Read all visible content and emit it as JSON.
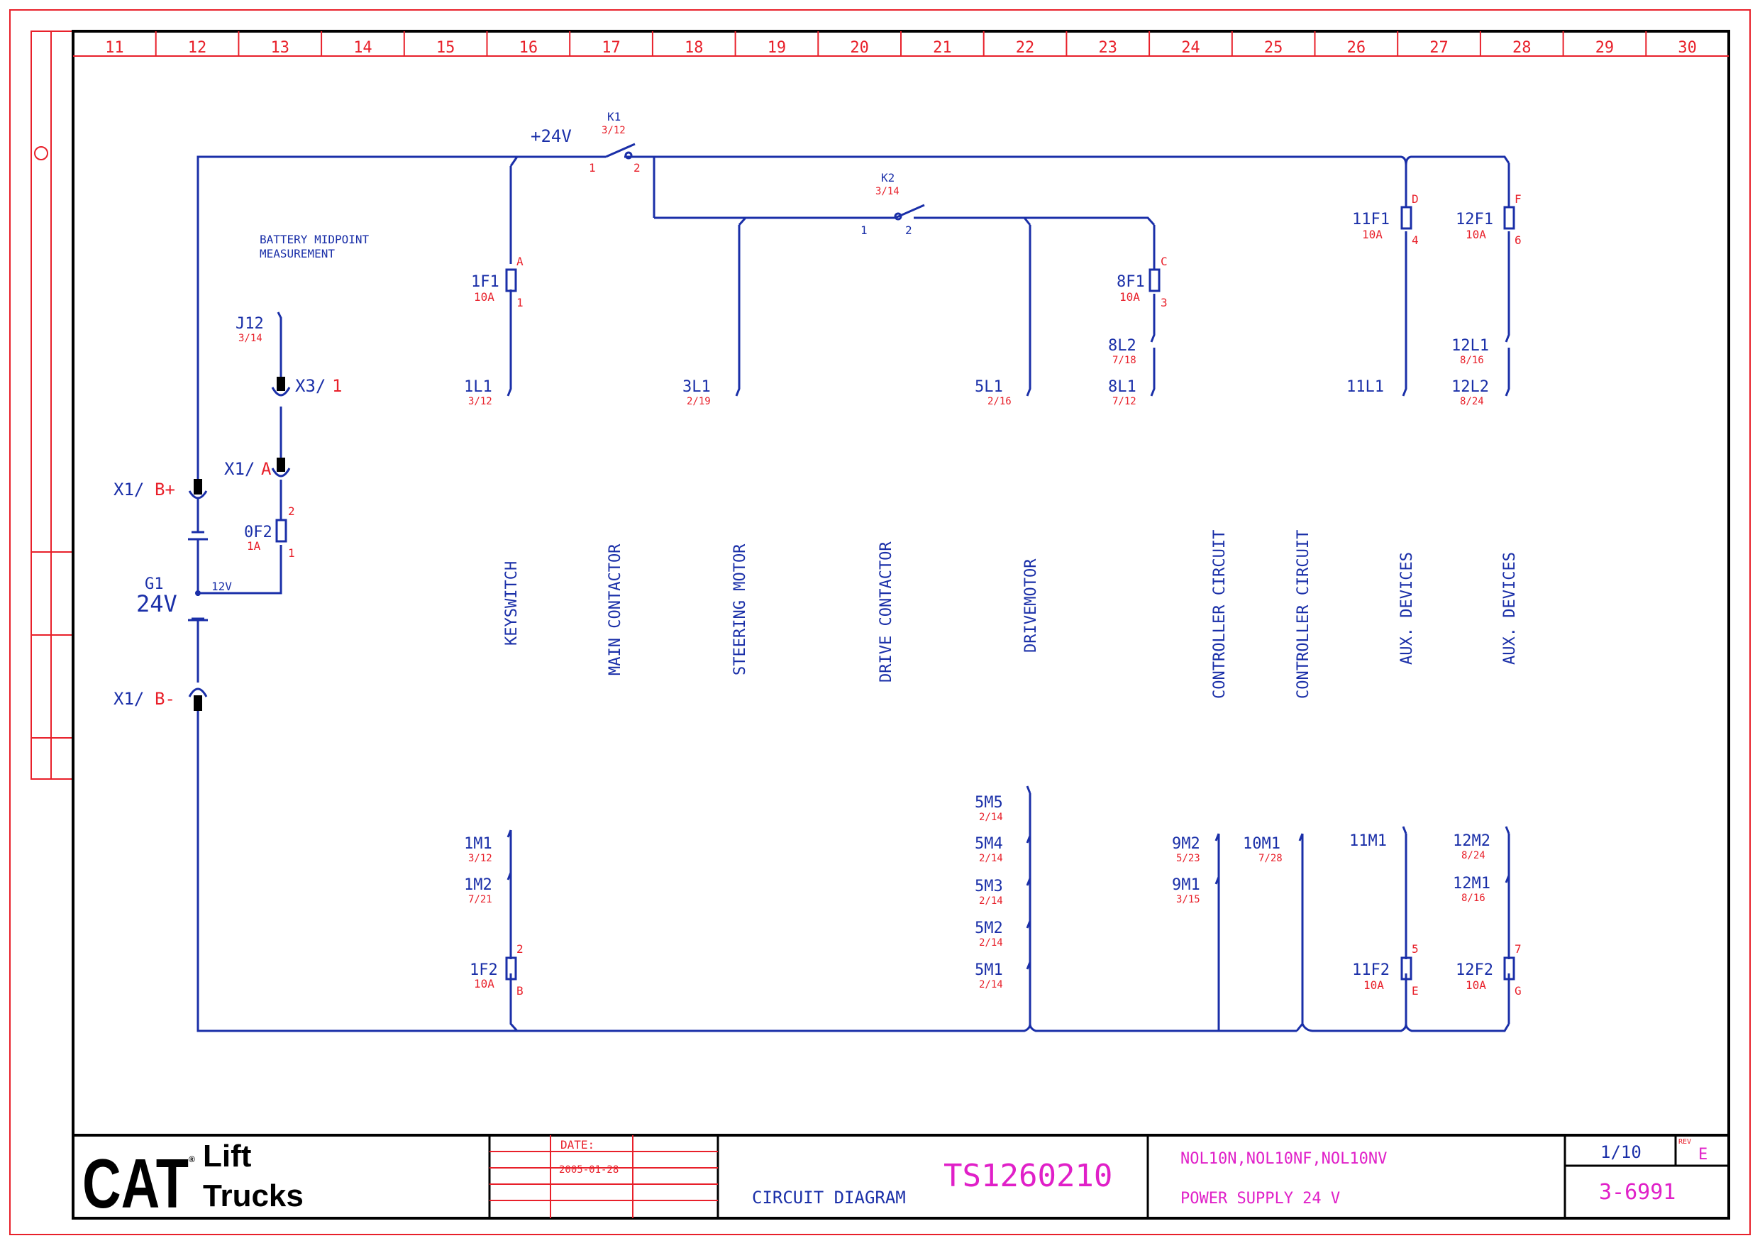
{
  "grid_columns": [
    "11",
    "12",
    "13",
    "14",
    "15",
    "16",
    "17",
    "18",
    "19",
    "20",
    "21",
    "22",
    "23",
    "24",
    "25",
    "26",
    "27",
    "28",
    "29",
    "30"
  ],
  "supply": {
    "label": "+24V",
    "battery_note_line1": "BATTERY MIDPOINT",
    "battery_note_line2": "MEASUREMENT",
    "battery_name": "G1",
    "battery_voltage": "24V",
    "midpoint_voltage": "12V"
  },
  "relays": {
    "k1": {
      "name": "K1",
      "ref": "3/12",
      "pin_a": "1",
      "pin_b": "2"
    },
    "k2": {
      "name": "K2",
      "ref": "3/14",
      "pin_a": "1",
      "pin_b": "2"
    }
  },
  "connectors": {
    "x1_bplus_a": "X1/",
    "x1_bplus_b": "B+",
    "x1_bminus_a": "X1/",
    "x1_bminus_b": "B-",
    "x1a_a": "X1/",
    "x1a_b": "A",
    "x3_a": "X3/",
    "x3_b": "1",
    "j12": "J12",
    "j12_ref": "3/14"
  },
  "fuses": {
    "f0f2": {
      "name": "0F2",
      "rating": "1A",
      "pin_top": "2",
      "pin_bottom": "1"
    },
    "f1f1": {
      "name": "1F1",
      "rating": "10A",
      "letter": "A",
      "pin": "1"
    },
    "f1f2": {
      "name": "1F2",
      "rating": "10A",
      "letter": "B",
      "pin": "2"
    },
    "f8f1": {
      "name": "8F1",
      "rating": "10A",
      "letter": "C",
      "pin": "3"
    },
    "f11f1": {
      "name": "11F1",
      "rating": "10A",
      "letter": "D",
      "pin": "4"
    },
    "f11f2": {
      "name": "11F2",
      "rating": "10A",
      "letter": "E",
      "pin": "5"
    },
    "f12f1": {
      "name": "12F1",
      "rating": "10A",
      "letter": "F",
      "pin": "6"
    },
    "f12f2": {
      "name": "12F2",
      "rating": "10A",
      "letter": "G",
      "pin": "7"
    }
  },
  "terminals_top": {
    "t1l1": {
      "name": "1L1",
      "ref": "3/12"
    },
    "t3l1": {
      "name": "3L1",
      "ref": "2/19"
    },
    "t5l1": {
      "name": "5L1",
      "ref": "2/16"
    },
    "t8l2": {
      "name": "8L2",
      "ref": "7/18"
    },
    "t8l1": {
      "name": "8L1",
      "ref": "7/12"
    },
    "t11l1": {
      "name": "11L1",
      "ref": ""
    },
    "t12l1": {
      "name": "12L1",
      "ref": "8/16"
    },
    "t12l2": {
      "name": "12L2",
      "ref": "8/24"
    }
  },
  "terminals_bottom": {
    "t1m1": {
      "name": "1M1",
      "ref": "3/12"
    },
    "t1m2": {
      "name": "1M2",
      "ref": "7/21"
    },
    "t5m5": {
      "name": "5M5",
      "ref": "2/14"
    },
    "t5m4": {
      "name": "5M4",
      "ref": "2/14"
    },
    "t5m3": {
      "name": "5M3",
      "ref": "2/14"
    },
    "t5m2": {
      "name": "5M2",
      "ref": "2/14"
    },
    "t5m1": {
      "name": "5M1",
      "ref": "2/14"
    },
    "t9m2": {
      "name": "9M2",
      "ref": "5/23"
    },
    "t9m1": {
      "name": "9M1",
      "ref": "3/15"
    },
    "t10m1": {
      "name": "10M1",
      "ref": "7/28"
    },
    "t11m1": {
      "name": "11M1",
      "ref": ""
    },
    "t12m2": {
      "name": "12M2",
      "ref": "8/24"
    },
    "t12m1": {
      "name": "12M1",
      "ref": "8/16"
    }
  },
  "circuits": {
    "keyswitch": "KEYSWITCH",
    "main_contactor": "MAIN CONTACTOR",
    "steering_motor": "STEERING MOTOR",
    "drive_contactor": "DRIVE CONTACTOR",
    "drivemotor": "DRIVEMOTOR",
    "controller_1": "CONTROLLER CIRCUIT",
    "controller_2": "CONTROLLER CIRCUIT",
    "aux_1": "AUX. DEVICES",
    "aux_2": "AUX. DEVICES"
  },
  "title_block": {
    "logo_main": "CAT",
    "logo_reg": "®",
    "logo_line1": "Lift",
    "logo_line2": "Trucks",
    "date_label": "DATE:",
    "date_value": "2005-01-28",
    "diagram_type": "CIRCUIT DIAGRAM",
    "drawing_number": "TS1260210",
    "models": "NOL10N,NOL10NF,NOL10NV",
    "description": "POWER SUPPLY 24 V",
    "sheet": "1/10",
    "rev_label": "REV",
    "rev_value": "E",
    "doc_number": "3-6991"
  },
  "colors": {
    "wire": "#1a2fa8",
    "reference": "#e8202a",
    "title_accent": "#e020c8",
    "frame": "#000000"
  }
}
